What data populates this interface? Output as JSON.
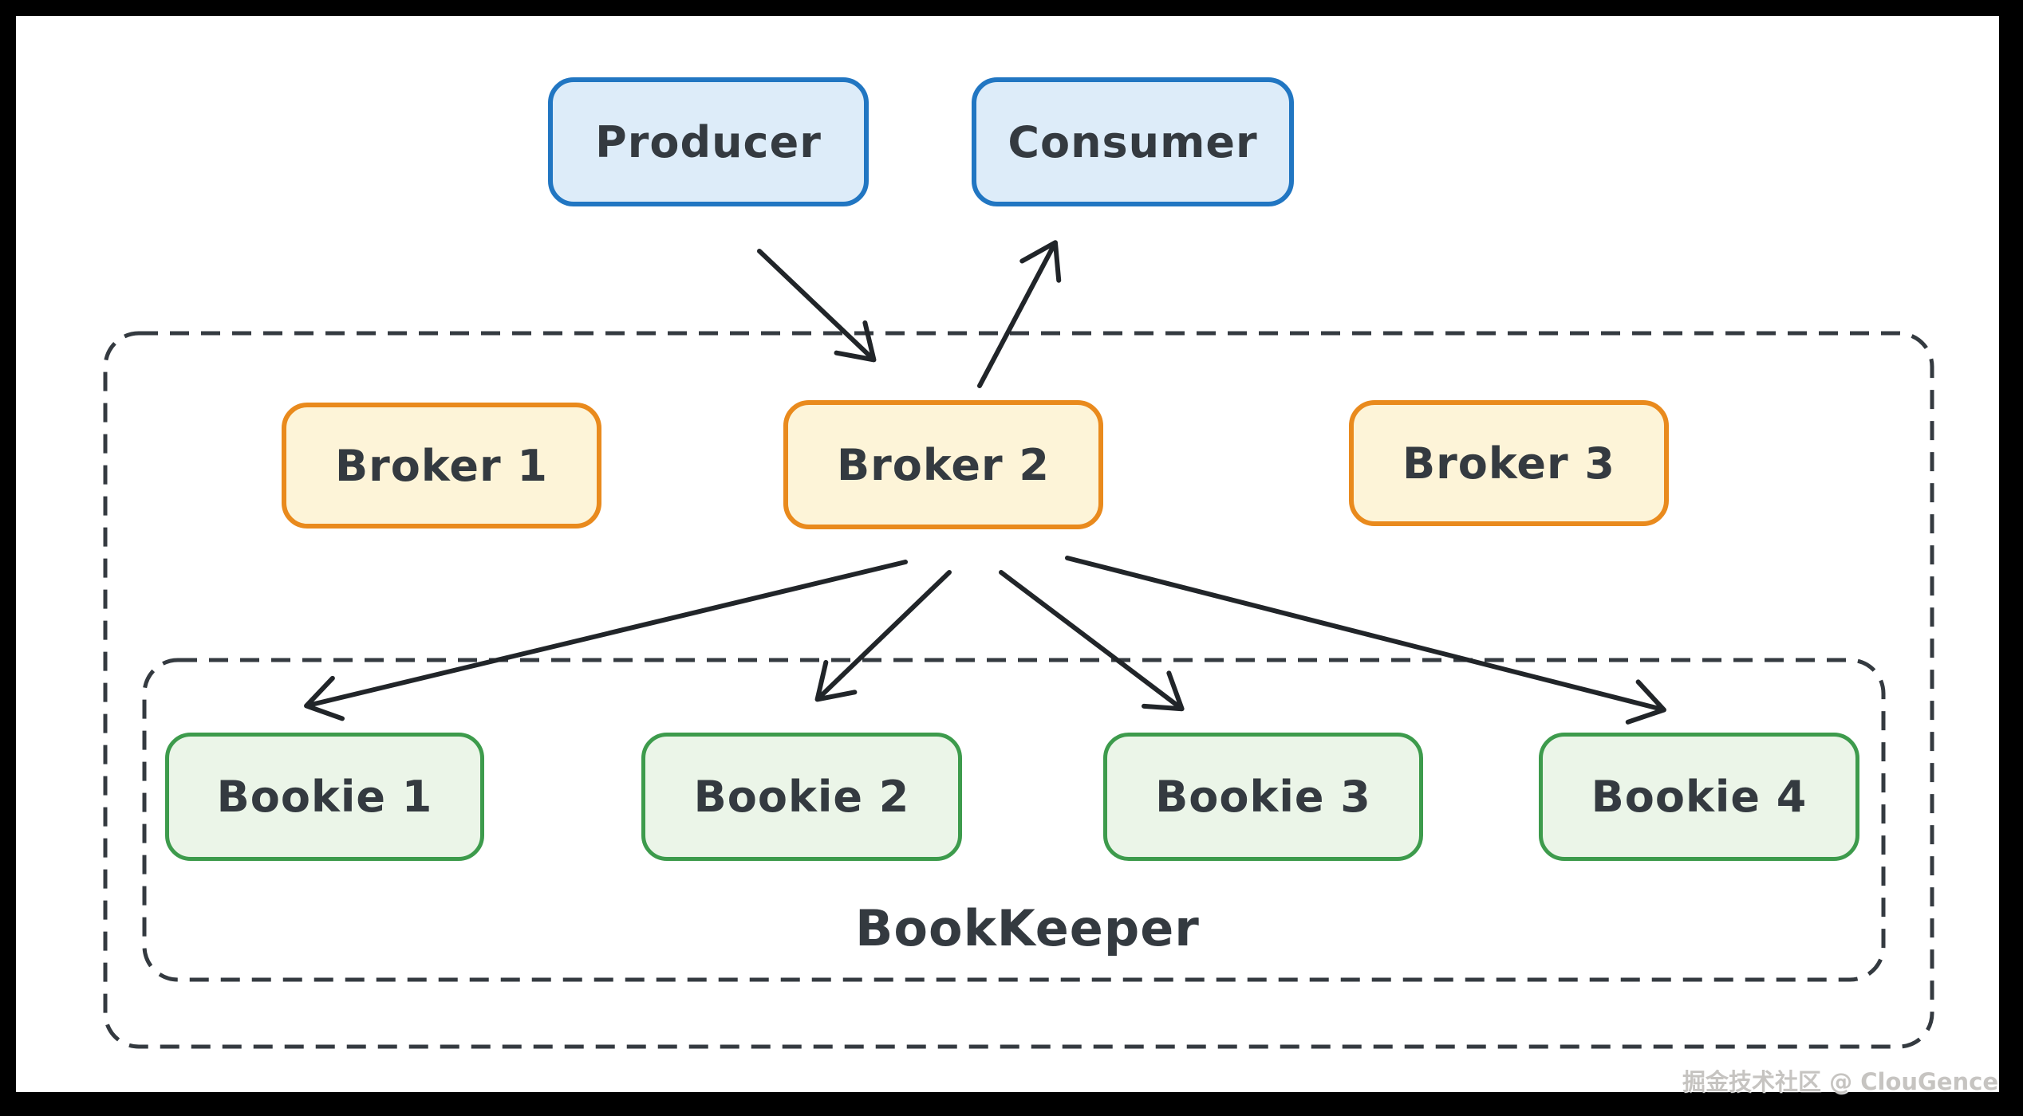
{
  "nodes": {
    "producer": {
      "label": "Producer"
    },
    "consumer": {
      "label": "Consumer"
    },
    "brokers": [
      {
        "label": "Broker 1"
      },
      {
        "label": "Broker 2"
      },
      {
        "label": "Broker 3"
      }
    ],
    "bookies": [
      {
        "label": "Bookie 1"
      },
      {
        "label": "Bookie 2"
      },
      {
        "label": "Bookie 3"
      },
      {
        "label": "Bookie 4"
      }
    ]
  },
  "groups": {
    "bookkeeper_label": "BookKeeper"
  },
  "edges": [
    {
      "from": "Producer",
      "to": "Broker 2"
    },
    {
      "from": "Broker 2",
      "to": "Consumer"
    },
    {
      "from": "Broker 2",
      "to": "Bookie 1"
    },
    {
      "from": "Broker 2",
      "to": "Bookie 2"
    },
    {
      "from": "Broker 2",
      "to": "Bookie 3"
    },
    {
      "from": "Broker 2",
      "to": "Bookie 4"
    }
  ],
  "watermark": {
    "text": "掘金技术社区 @ ClouGence"
  },
  "colors": {
    "canvas_bg": "#000000",
    "surface_bg": "#ffffff",
    "blue_fill": "#ddecf9",
    "blue_border": "#2176c2",
    "orange_fill": "#fdf4d8",
    "orange_border": "#e98a1d",
    "green_fill": "#ebf5e8",
    "green_border": "#3d9b4c",
    "dash_border": "#343a40",
    "arrow": "#212529",
    "label_text": "#343a40",
    "watermark_text": "#c6c4c1"
  }
}
